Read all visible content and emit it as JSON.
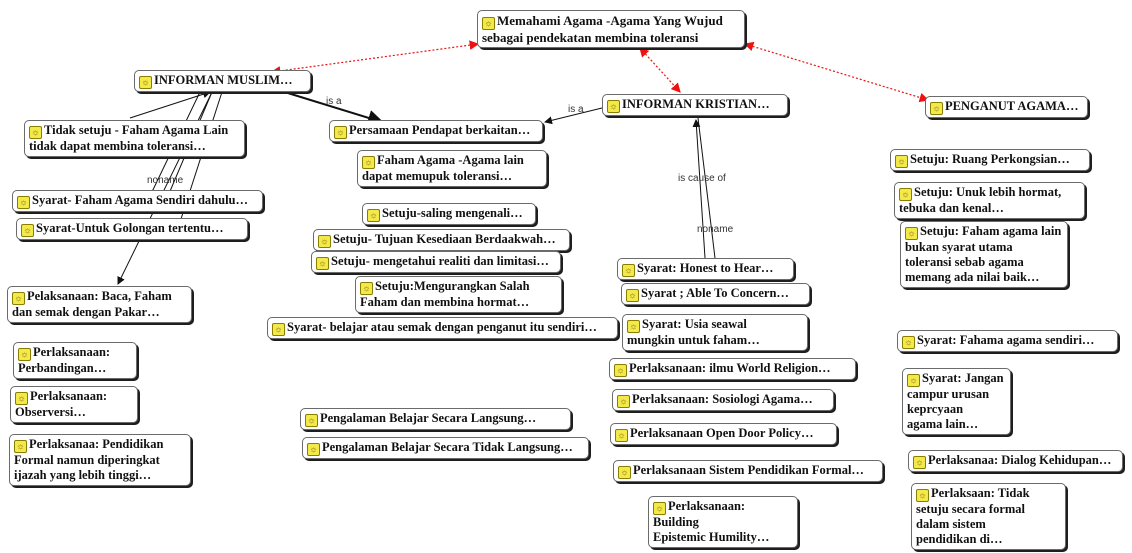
{
  "diagram": {
    "icon": "concept-icon",
    "nodes": {
      "root": "Memahami Agama -Agama Yang Wujud\nsebagai pendekatan membina toleransi",
      "muslim": "INFORMAN  MUSLIM…",
      "kristian": "INFORMAN  KRISTIAN…",
      "penganut": "PENGANUT  AGAMA…",
      "tidak_setuju": "Tidak setuju - Faham Agama Lain\ntidak dapat membina toleransi…",
      "syarat_faham_sendiri": "Syarat- Faham Agama Sendiri dahulu…",
      "syarat_golongan": "Syarat-Untuk Golongan tertentu…",
      "pelaksanaan_baca": "Pelaksanaan: Baca, Faham\ndan semak dengan Pakar…",
      "perlaksanaan_perbandingan": "Perlaksanaan:\n  Perbandingan…",
      "perlaksanaan_observersi": "Perlaksanaan:\n  Observersi…",
      "perlaksanaa_pendidikan": "Perlaksanaa: Pendidikan\nFormal namun diperingkat\nijazah yang lebih tinggi…",
      "persamaan": "Persamaan Pendapat berkaitan…",
      "faham_agama_lain": "Faham Agama -Agama lain\n  dapat memupuk toleransi…",
      "saling_mengenali": "Setuju-saling  mengenali…",
      "tujuan_dakwah": "Setuju-  Tujuan Kesediaan Berdaakwah…",
      "realiti": "Setuju-  mengetahui realiti dan limitasi…",
      "mengurangkan": "Setuju:Mengurangkan Salah\nFaham dan membina hormat…",
      "syarat_belajar": "Syarat- belajar atau semak dengan penganut itu sendiri…",
      "pengalaman_langsung": "Pengalaman Belajar Secara  Langsung…",
      "pengalaman_tidak": "Pengalaman Belajar Secara Tidak Langsung…",
      "syarat_honest": "Syarat: Honest to Hear…",
      "syarat_able": "Syarat ; Able To Concern…",
      "syarat_usia": "Syarat: Usia seawal\n mungkin untuk faham…",
      "world_religion": "Perlaksanaan: ilmu World Religion…",
      "sosiologi": "Perlaksanaan: Sosiologi Agama…",
      "open_door": "Perlaksanaan Open Door Policy…",
      "sistem_pendidikan": "Perlaksanaan  Sistem  Pendidikan Formal…",
      "epistemic": "Perlaksanaan: Building\n Epistemic  Humility…",
      "ruang": "Setuju:  Ruang Perkongsian…",
      "hormat": "Setuju:  Unuk lebih hormat,\ntebuka dan kenal…",
      "bukan_syarat": "Setuju: Faham agama lain\nbukan syarat utama\ntoleransi sebab agama\nmemang ada nilai baik…",
      "fahama_sendiri": "Syarat:  Fahama agama sendiri…",
      "jangan_campur": "Syarat: Jangan\ncampur urusan\nkeprcyaan\nagama lain…",
      "dialog": "Perlaksanaa:  Dialog Kehidupan…",
      "perlaksaan_tidak": "Perlaksaan: Tidak\nsetuju secara formal\ndalam sistem\npendidikan  di…"
    },
    "edge_labels": {
      "is_a_1": "is a",
      "is_a_2": "is a",
      "noname_1": "noname",
      "is_cause_of": "is cause of",
      "noname_2": "noname"
    }
  }
}
